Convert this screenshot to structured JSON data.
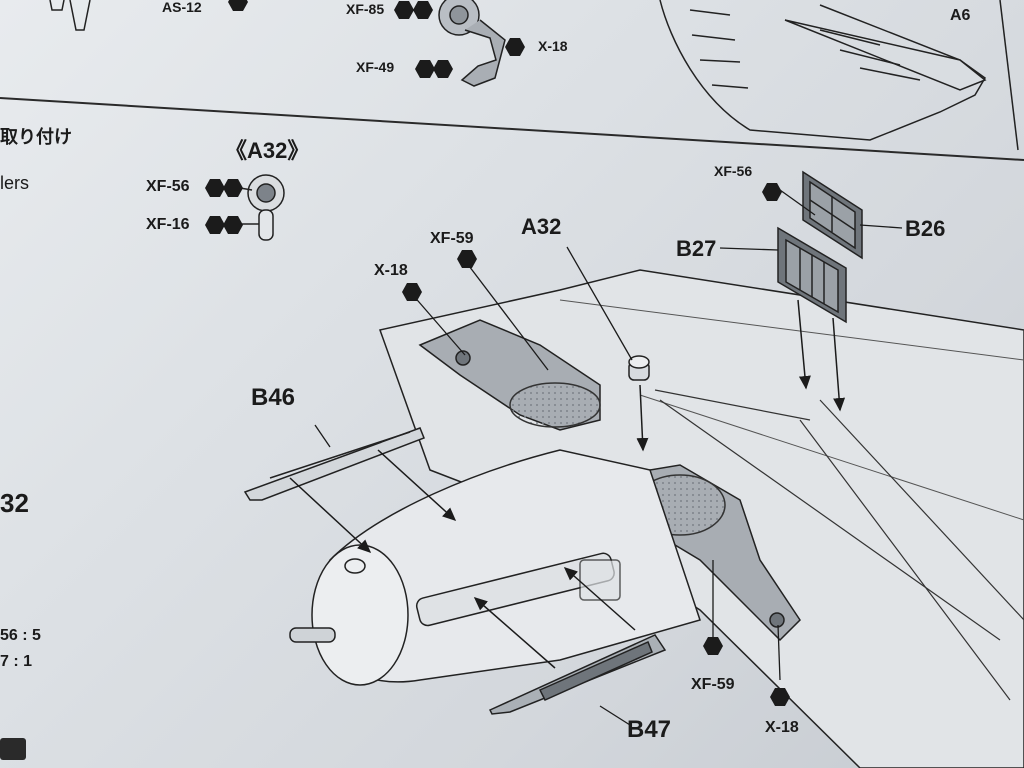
{
  "section_header_jp": "取り付け",
  "section_header_en": "lers",
  "step_left_number": "32",
  "ratio_line_1": "56 : 5",
  "ratio_line_2": "7 : 1",
  "detail_callout_title": "《A32》",
  "top_labels": [
    "AS-12",
    "XF-85",
    "X-18",
    "XF-49",
    "A6"
  ],
  "detail_labels": [
    "XF-56",
    "XF-16"
  ],
  "part_labels": {
    "xf59_top": "XF-59",
    "x18_top": "X-18",
    "a32": "A32",
    "xf56_right": "XF-56",
    "b26": "B26",
    "b27": "B27",
    "b46": "B46",
    "b47": "B47",
    "xf59_bottom": "XF-59",
    "x18_bottom": "X-18"
  },
  "colors": {
    "ink": "#1b1b1b",
    "paper": "#e3e6e9",
    "shade": "#9aa0a6"
  },
  "icons": [
    "paint-hexagon-icon",
    "arrow-icon"
  ]
}
